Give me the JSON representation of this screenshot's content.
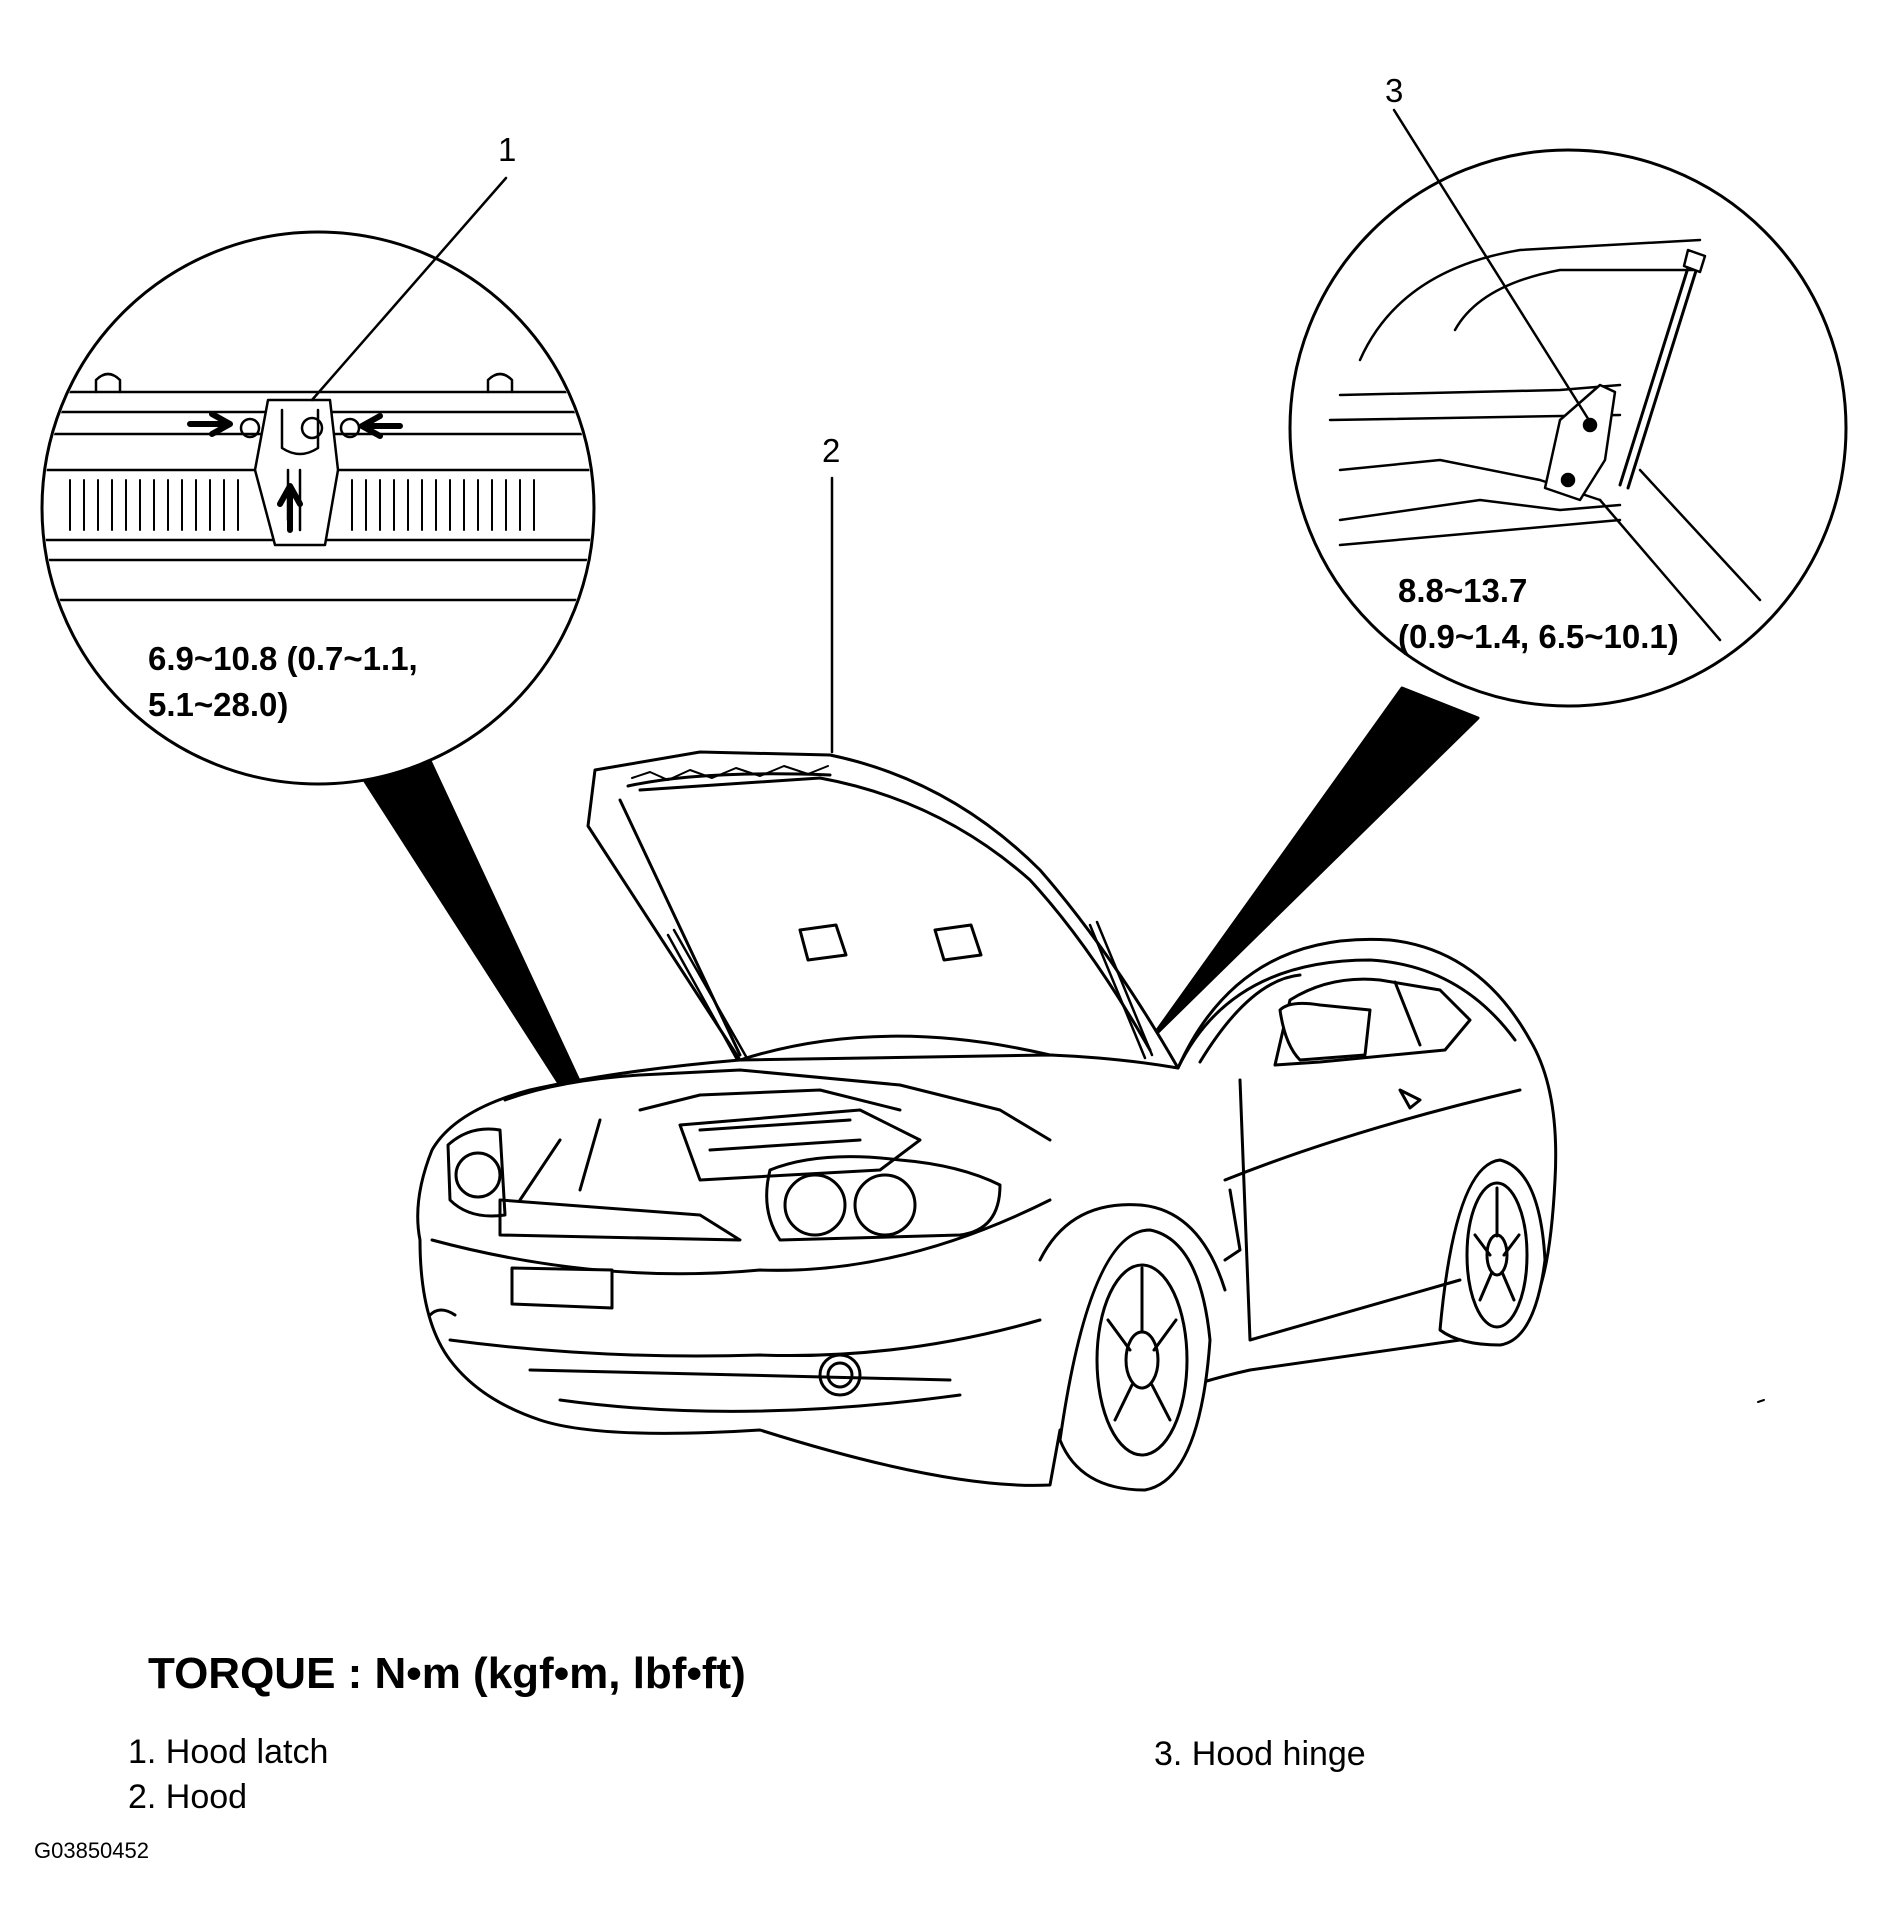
{
  "callouts": {
    "latch": "1",
    "hood": "2",
    "hinge": "3"
  },
  "torque_values": {
    "latch": {
      "line1": "6.9~10.8 (0.7~1.1,",
      "line2": "5.1~28.0)"
    },
    "hinge": {
      "line1": "8.8~13.7",
      "line2": "(0.9~1.4, 6.5~10.1)"
    }
  },
  "torque_title": "TORQUE : N•m (kgf•m, lbf•ft)",
  "legend": {
    "item1": "1. Hood latch",
    "item2": "2. Hood",
    "item3": "3. Hood hinge"
  },
  "figure_id": "G03850452"
}
